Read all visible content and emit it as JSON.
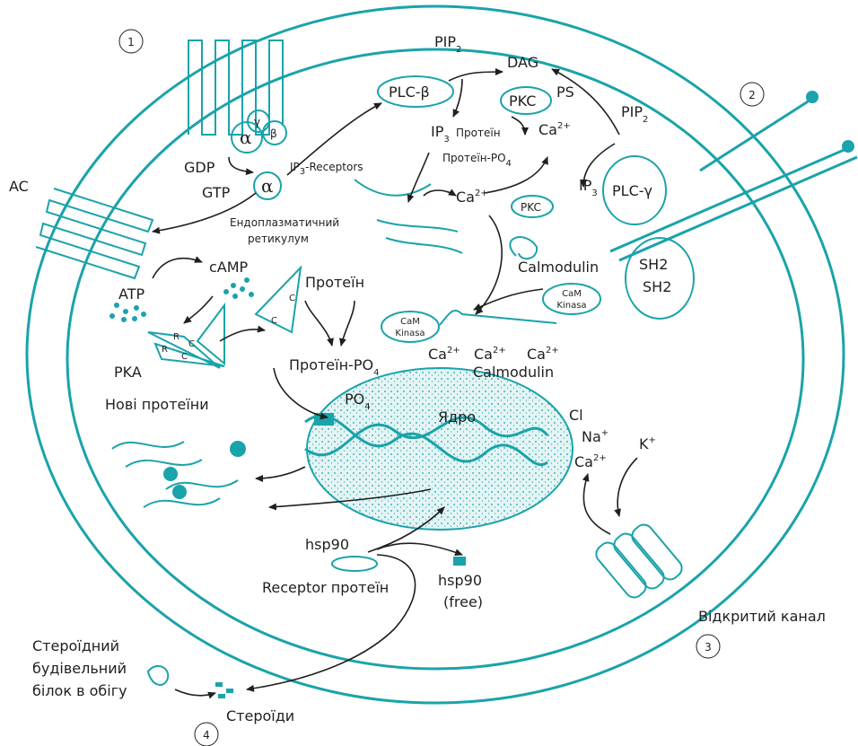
{
  "markers": {
    "m1": "1",
    "m2": "2",
    "m3": "3",
    "m4": "4"
  },
  "labels": {
    "pip2_top": "PIP",
    "pip2_top_sub": "2",
    "dag": "DAG",
    "plc_beta": "PLC-β",
    "pkc_top": "PKC",
    "ps": "PS",
    "pip2_right": "PIP",
    "pip2_right_sub": "2",
    "ip3_top": "IP",
    "ip3_top_sub": "3",
    "protein_top": "Протеїн",
    "ca_top": "Ca",
    "ca_top_sup": "2+",
    "protein_po4_top": "Протеїн-PO",
    "protein_po4_top_sub": "4",
    "gamma": "γ",
    "beta": "β",
    "alpha1": "α",
    "alpha2": "α",
    "gdp": "GDP",
    "gtp": "GTP",
    "ip3_receptors": "IP",
    "ip3_receptors_sub": "3",
    "ip3_receptors_rest": "-Receptors",
    "ca_mid": "Ca",
    "ca_mid_sup": "2+",
    "pkc_mid": "PKC",
    "ip3_right": "IP",
    "ip3_right_sub": "3",
    "plc_gamma": "PLC-γ",
    "ac": "AC",
    "er_line1": "Ендоплазматичний",
    "er_line2": "ретикулум",
    "calmodulin_top": "Calmodulin",
    "sh2_1": "SH2",
    "sh2_2": "SH2",
    "atp": "ATP",
    "camp": "cAMP",
    "protein_mid": "Протеїн",
    "cam_kinasa_right_1": "CaM",
    "cam_kinasa_right_2": "Kinasa",
    "cam_kinasa_left_1": "CaM",
    "cam_kinasa_left_2": "Kinasa",
    "r1": "R",
    "r2": "R",
    "c1": "C",
    "c2": "C",
    "c3": "C",
    "c4": "C",
    "pka": "PKA",
    "protein_po4_mid": "Протеїн-PO",
    "protein_po4_mid_sub": "4",
    "ca_cal_1": "Ca",
    "ca_cal_1_sup": "2+",
    "ca_cal_2": "Ca",
    "ca_cal_2_sup": "2+",
    "ca_cal_3": "Ca",
    "ca_cal_3_sup": "2+",
    "calmodulin_bottom": "Calmodulin",
    "new_proteins": "Нові протеїни",
    "po4_nuc": "PO",
    "po4_nuc_sub": "4",
    "nucleus": "Ядро",
    "cl": "Cl",
    "na": "Na",
    "na_sup": "+",
    "ca_chan": "Ca",
    "ca_chan_sup": "2+",
    "k": "K",
    "k_sup": "+",
    "hsp90": "hsp90",
    "hsp90_free_1": "hsp90",
    "hsp90_free_2": "(free)",
    "receptor_protein": "Receptor протеїн",
    "open_channel": "Відкритий канал",
    "steroid_1": "Стероїдний",
    "steroid_2": "будівельний",
    "steroid_3": "білок в обігу",
    "steroids": "Стероїди"
  },
  "colors": {
    "membrane": "#1aa3aa",
    "nucleus_fill": "#e4f4f4",
    "text": "#1f1f1f"
  }
}
